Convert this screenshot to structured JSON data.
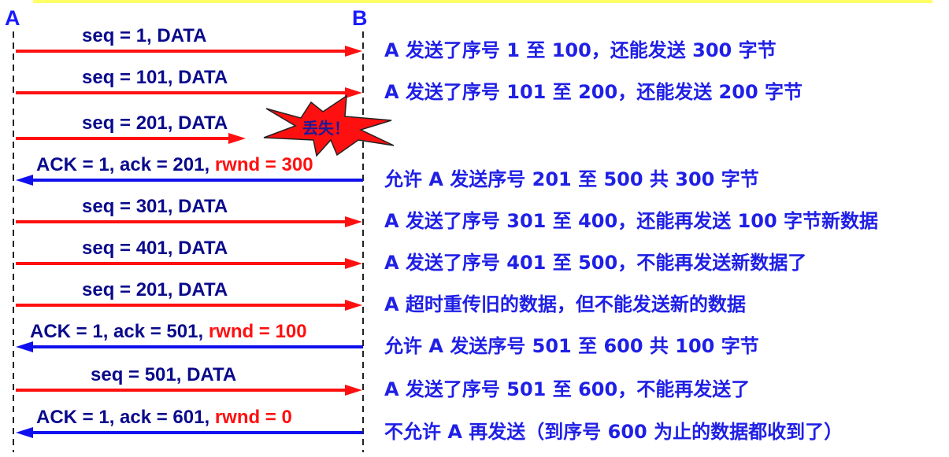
{
  "nodes": {
    "a": "A",
    "b": "B"
  },
  "lost_label": "丢失！",
  "messages": [
    {
      "dir": "right",
      "label": "seq = 1, DATA",
      "note": "A 发送了序号 1 至 100，还能发送 300 字节"
    },
    {
      "dir": "right",
      "label": "seq = 101, DATA",
      "note": "A 发送了序号 101 至 200，还能发送 200 字节"
    },
    {
      "dir": "lost",
      "label": "seq = 201, DATA",
      "note": ""
    },
    {
      "dir": "left",
      "label": "ACK = 1, ack = 201, ",
      "rwnd": "rwnd = 300",
      "note": "允许 A 发送序号 201 至 500  共 300 字节"
    },
    {
      "dir": "right",
      "label": "seq = 301, DATA",
      "note": "A 发送了序号 301 至 400，还能再发送 100 字节新数据"
    },
    {
      "dir": "right",
      "label": "seq = 401, DATA",
      "note": "A 发送了序号 401 至 500，不能再发送新数据了"
    },
    {
      "dir": "right",
      "label": "seq = 201, DATA",
      "note": "A 超时重传旧的数据，但不能发送新的数据"
    },
    {
      "dir": "left",
      "label": "ACK = 1, ack = 501, ",
      "rwnd": "rwnd = 100",
      "note": "允许 A 发送序号 501 至 600 共 100 字节"
    },
    {
      "dir": "right",
      "label": "seq = 501, DATA",
      "note": "A 发送了序号 501 至 600，不能再发送了"
    },
    {
      "dir": "left",
      "label": "ACK = 1, ack = 601, ",
      "rwnd": "rwnd = 0",
      "note": "不允许 A 再发送（到序号 600 为止的数据都收到了）"
    }
  ],
  "colors": {
    "data": "#ff1010",
    "ack": "#1010ee",
    "highlight": "#ffff66"
  }
}
